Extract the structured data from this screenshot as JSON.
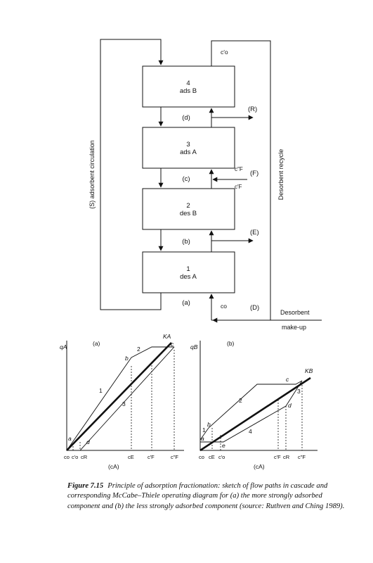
{
  "cascade": {
    "sections": [
      {
        "num": "4",
        "name": "ads B"
      },
      {
        "num": "3",
        "name": "ads A"
      },
      {
        "num": "2",
        "name": "des B"
      },
      {
        "num": "1",
        "name": "des A"
      }
    ],
    "flows": [
      "(d)",
      "(c)",
      "(b)",
      "(a)"
    ],
    "streams": {
      "R": "(R)",
      "F": "(F)",
      "E": "(E)",
      "D": "(D)"
    },
    "conc": {
      "c0_top": "c′o",
      "cF2": "c″F",
      "cF1": "c′F",
      "c0_bottom": "co"
    },
    "left_label": "(S) adsorbent circulation",
    "right_label": "Desorbent recycle",
    "makeup_1": "Desorbent",
    "makeup_2": "make-up"
  },
  "panel_a": {
    "tag": "(a)",
    "ylabel": "qA",
    "xlabel": "(cA)",
    "line_label": "KA",
    "points": [
      "a",
      "b",
      "c",
      "d"
    ],
    "op_lines": [
      "1",
      "2",
      "3"
    ],
    "ticks": [
      "co",
      "c′o",
      "cR",
      "cE",
      "c′F",
      "c″F"
    ]
  },
  "panel_b": {
    "tag": "(b)",
    "ylabel": "qB",
    "xlabel": "(cA)",
    "line_label": "KB",
    "points": [
      "a",
      "b",
      "c",
      "d",
      "e"
    ],
    "op_lines": [
      "1",
      "2",
      "3",
      "4"
    ],
    "ticks": [
      "co",
      "cE",
      "c′o",
      "c′F",
      "cR",
      "c″F"
    ]
  },
  "caption": {
    "label": "Figure 7.15",
    "text": "Principle of adsorption fractionation: sketch of flow paths in cascade and corresponding McCabe–Thiele operating diagram for (a) the more strongly adsorbed component and (b) the less strongly adsorbed component (source: Ruthven and Ching 1989)."
  }
}
